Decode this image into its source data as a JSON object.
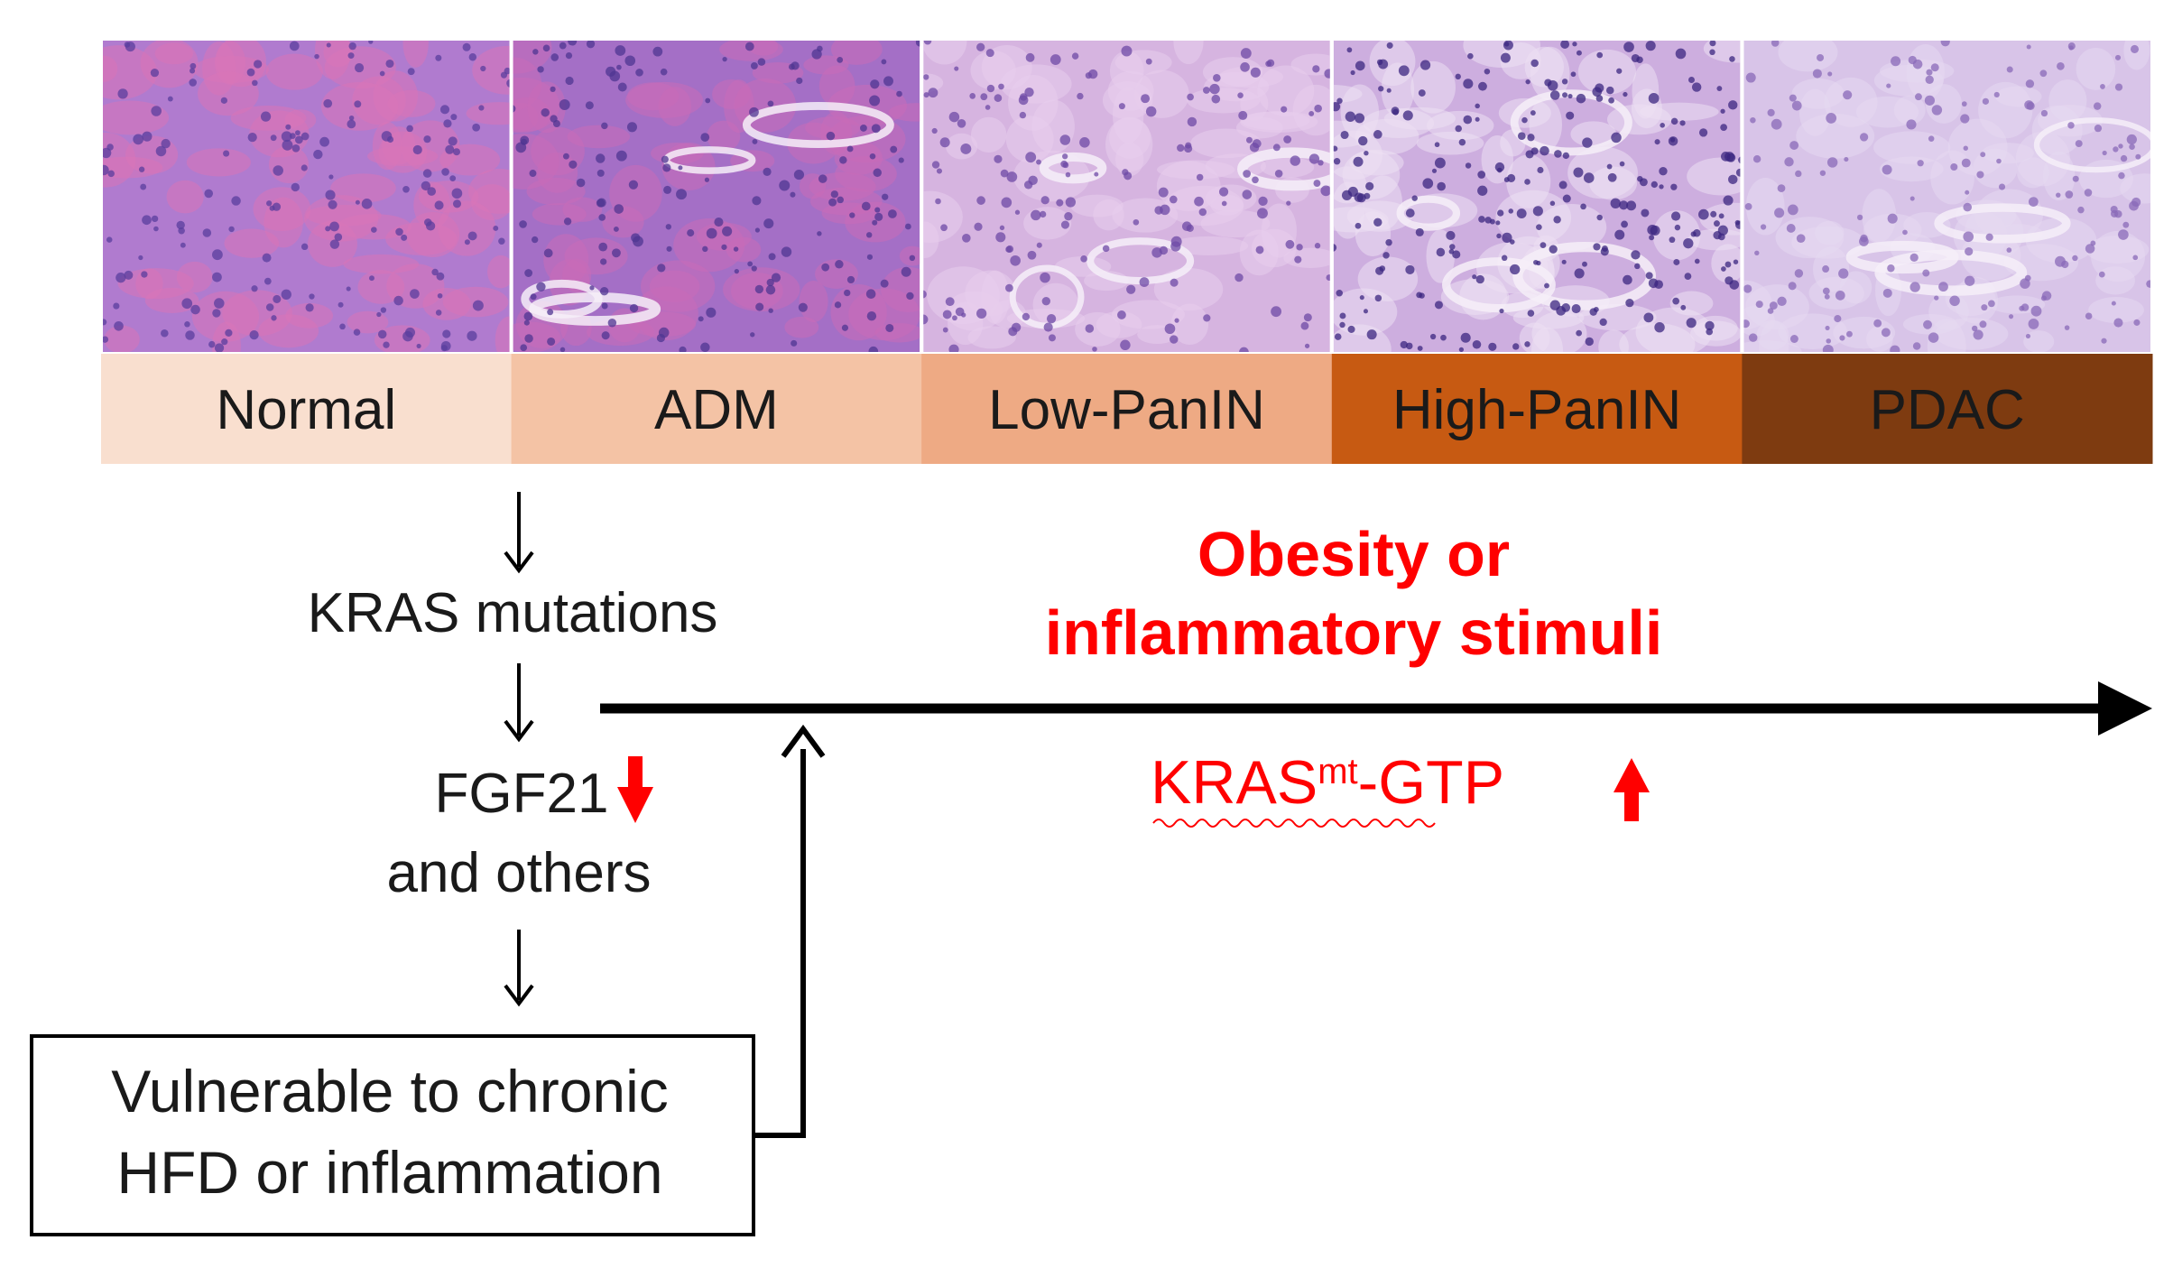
{
  "stages": [
    {
      "label": "Normal",
      "bg": "#f9dfcf",
      "fg": "#1a1a1a",
      "tissue": "#b07bcf",
      "cell": "#d975b8",
      "nucleus": "#5a3d9e"
    },
    {
      "label": "ADM",
      "bg": "#f4c3a5",
      "fg": "#1a1a1a",
      "tissue": "#a46fc6",
      "cell": "#c96bb8",
      "nucleus": "#4f3592"
    },
    {
      "label": "Low-PanIN",
      "bg": "#eeaa84",
      "fg": "#1a1a1a",
      "tissue": "#d6b4e0",
      "cell": "#e8cdec",
      "nucleus": "#6e4aa6"
    },
    {
      "label": "High-PanIN",
      "bg": "#c75a12",
      "fg": "#1a1a1a",
      "tissue": "#cdaedf",
      "cell": "#ece0f2",
      "nucleus": "#3b2580"
    },
    {
      "label": "PDAC",
      "bg": "#7e3b10",
      "fg": "#1a1a1a",
      "tissue": "#d8c4e8",
      "cell": "#e6d9f0",
      "nucleus": "#8a6ab8"
    }
  ],
  "flow": {
    "kras_mutations": "KRAS mutations",
    "fgf21_line1": "FGF21",
    "fgf21_line2": "and others",
    "box_line1": "Vulnerable to chronic",
    "box_line2": "HFD or inflammation"
  },
  "stimuli": {
    "line1": "Obesity or",
    "line2": "inflammatory stimuli"
  },
  "kras_gtp": {
    "base": "KRAS",
    "superscript": "mt",
    "suffix": "-GTP"
  },
  "colors": {
    "red": "#ff0000",
    "black": "#000000"
  }
}
